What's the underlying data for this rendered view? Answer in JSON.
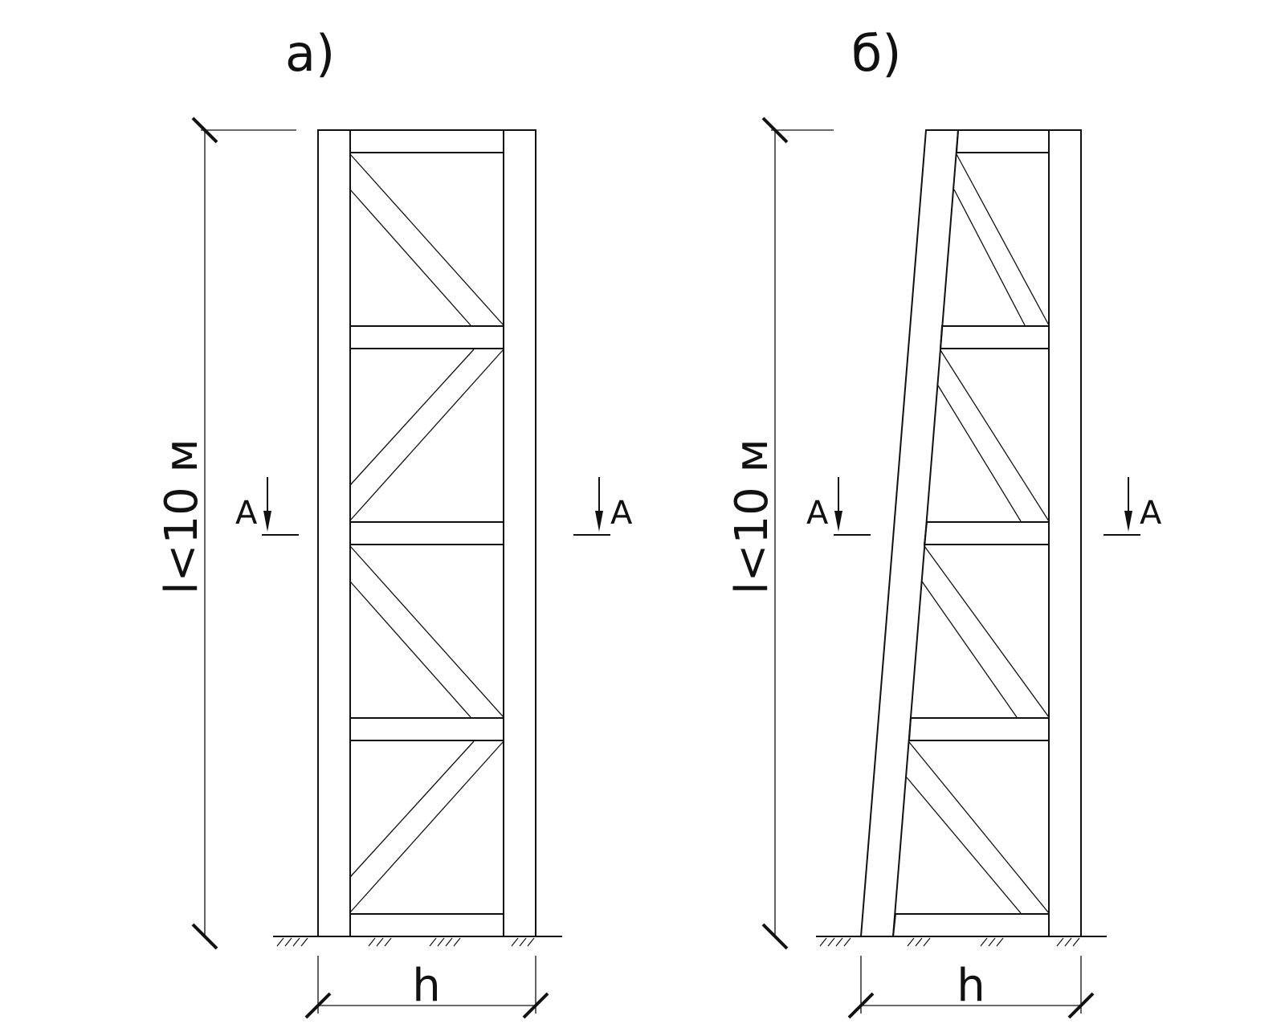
{
  "panels": [
    {
      "id": "a",
      "label": "а)",
      "height_label": "l<10 м",
      "width_label": "h",
      "section_left": "A",
      "section_right": "A"
    },
    {
      "id": "b",
      "label": "б)",
      "height_label": "l<10 м",
      "width_label": "h",
      "section_left": "A",
      "section_right": "A"
    }
  ]
}
